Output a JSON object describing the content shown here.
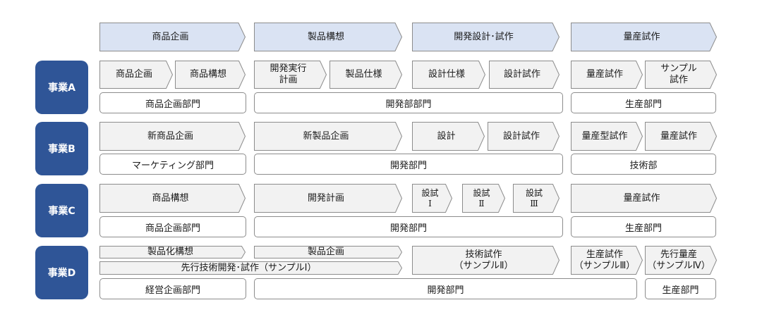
{
  "phases": [
    {
      "key": "p1",
      "label": "商品企画"
    },
    {
      "key": "p2",
      "label": "製品構想"
    },
    {
      "key": "p3",
      "label": "開発設計･試作"
    },
    {
      "key": "p4",
      "label": "量産試作"
    }
  ],
  "rows": [
    {
      "id": "a",
      "label": "事業A",
      "steps": [
        "商品企画",
        "商品構想",
        "開発実行\n計画",
        "製品仕様",
        "設計仕様",
        "設計試作",
        "量産試作",
        "サンプル\n試作"
      ],
      "depts": [
        "商品企画部門",
        "開発部部門",
        "生産部門"
      ]
    },
    {
      "id": "b",
      "label": "事業B",
      "steps": [
        "新商品企画",
        "新製品企画",
        "設計",
        "設計試作",
        "量産型試作",
        "量産試作"
      ],
      "depts": [
        "マーケティング部門",
        "開発部門",
        "技術部"
      ]
    },
    {
      "id": "c",
      "label": "事業C",
      "steps": [
        "商品構想",
        "開発計画",
        "設試\nⅠ",
        "設試\nⅡ",
        "設試\nⅢ",
        "量産試作"
      ],
      "depts": [
        "商品企画部門",
        "開発部門",
        "生産部門"
      ]
    },
    {
      "id": "d",
      "label": "事業D",
      "steps": [
        "製品化構想",
        "製品企画",
        "先行技術開発･試作（サンプルⅠ）",
        "技術試作\n（サンプルⅡ）",
        "生産試作\n（サンプルⅢ）",
        "先行量産\n（サンプルⅣ）"
      ],
      "depts": [
        "経営企画部門",
        "開発部門",
        "生産部門"
      ]
    }
  ]
}
